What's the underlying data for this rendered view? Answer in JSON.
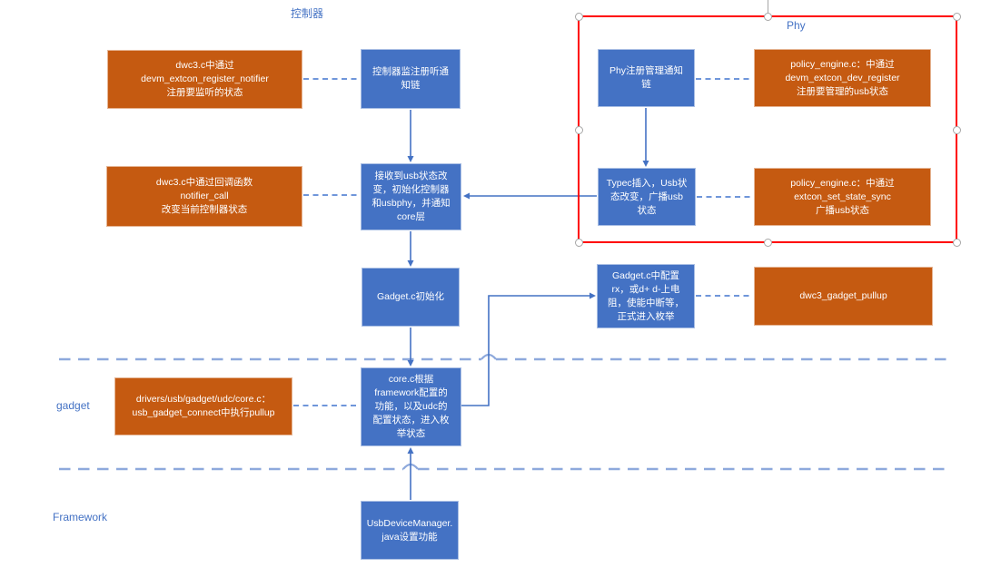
{
  "colors": {
    "box_blue": "#4472C4",
    "box_orange": "#C55A11",
    "line_blue": "#4472C4",
    "dash_blue": "#5B87D5",
    "separator_blue": "#8EA9DC",
    "label_blue": "#4472C4",
    "selection_red": "#FF0000"
  },
  "labels": {
    "controller": "控制器",
    "phy": "Phy",
    "gadget": "gadget",
    "framework": "Framework"
  },
  "nodes": {
    "listen": {
      "text": "dwc3.c中通过\ndevm_extcon_register_notifier\n注册要监听的状态"
    },
    "chain": {
      "text": "控制器监注册听通\n知链"
    },
    "callback": {
      "text": "dwc3.c中通过回调函数\nnotifier_call\n改变当前控制器状态"
    },
    "receive": {
      "text": "接收到usb状态改\n变，初始化控制器\n和usbphy，并通知\ncore层"
    },
    "gadget_init": {
      "text": "Gadget.c初始化"
    },
    "configure": {
      "text": "Gadget.c中配置\nrx，或d+ d-上电\n阻，使能中断等，\n正式进入枚举"
    },
    "pullup": {
      "text": "dwc3_gadget_pullup"
    },
    "udc_core": {
      "text": "drivers/usb/gadget/udc/core.c：\nusb_gadget_connect中执行pullup"
    },
    "core": {
      "text": "core.c根据\nframework配置的\n功能，以及udc的\n配置状态，进入枚\n举状态"
    },
    "udm": {
      "text": "UsbDeviceManager.\njava设置功能"
    },
    "phy_chain": {
      "text": "Phy注册管理通知\n链"
    },
    "phy_policy_register": {
      "text": "policy_engine.c：中通过\ndevm_extcon_dev_register\n注册要管理的usb状态"
    },
    "typec": {
      "text": "Typec插入，Usb状\n态改变，广播usb\n状态"
    },
    "phy_policy_broadcast": {
      "text": "policy_engine.c：中通过\nextcon_set_state_sync\n广播usb状态"
    }
  }
}
